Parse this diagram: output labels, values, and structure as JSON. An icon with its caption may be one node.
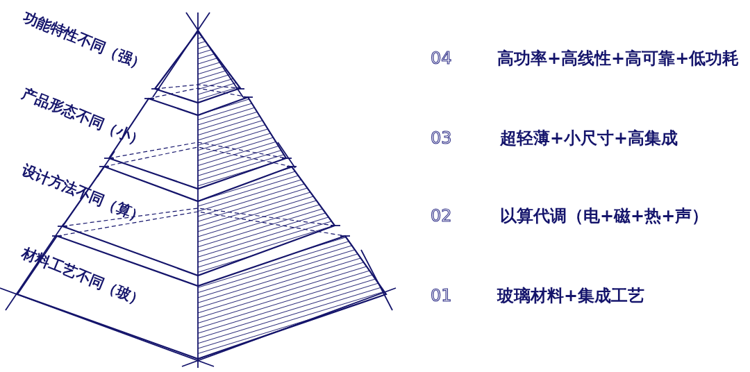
{
  "diagram": {
    "labels": [
      "功能特性不同（强）",
      "产品形态不同（小）",
      "设计方法不同（算）",
      "材料工艺不同（玻）",
      "04",
      "高功率+高线性+高可靠+低功耗",
      "03",
      "超轻薄+小尺寸+高集成",
      "02",
      "以算代调（电+磁+热+声）",
      "01",
      "玻璃材料+集成工艺"
    ]
  }
}
